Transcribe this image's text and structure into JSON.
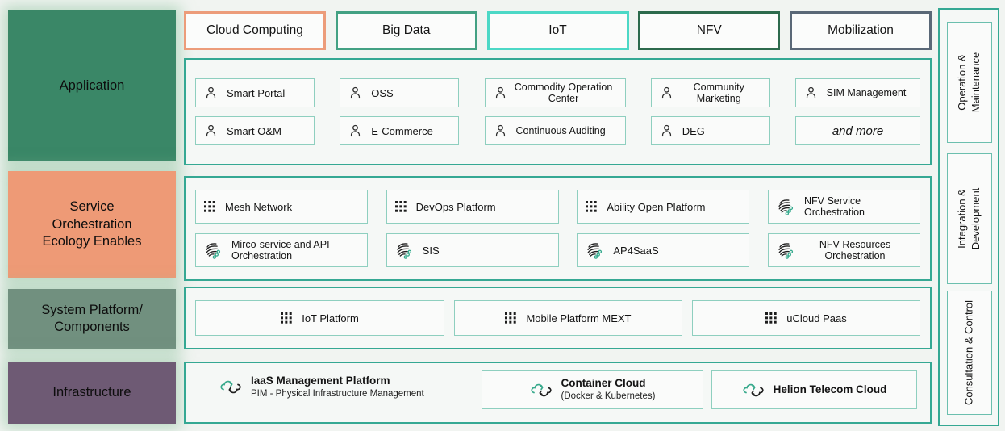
{
  "palette": {
    "section_border": "#35a893",
    "item_border": "#8ecfbf",
    "icon_green": "#36a98b",
    "glow_green": "#89c29b"
  },
  "top_chips": [
    {
      "label": "Cloud Computing",
      "border_color": "#ec9c7a"
    },
    {
      "label": "Big Data",
      "border_color": "#43a183"
    },
    {
      "label": "IoT",
      "border_color": "#4cd8c6"
    },
    {
      "label": "NFV",
      "border_color": "#2c6a4c"
    },
    {
      "label": "Mobilization",
      "border_color": "#5a6877"
    }
  ],
  "left_labels": [
    {
      "lines": [
        "Application"
      ],
      "bg": "#3a8767"
    },
    {
      "lines": [
        "Service",
        "Orchestration",
        "Ecology Enables"
      ],
      "bg": "#ee9a76"
    },
    {
      "lines": [
        "System Platform/",
        "Components"
      ],
      "bg": "#71907f"
    },
    {
      "lines": [
        "Infrastructure"
      ],
      "bg": "#6e5a74"
    }
  ],
  "application": {
    "row1": [
      {
        "icon": "user-icon",
        "label": "Smart Portal"
      },
      {
        "icon": "user-icon",
        "label": "OSS"
      },
      {
        "icon": "user-icon",
        "label": "Commodity Operation Center"
      },
      {
        "icon": "user-icon",
        "label": "Community Marketing"
      },
      {
        "icon": "user-icon",
        "label": "SIM Management"
      }
    ],
    "row2": [
      {
        "icon": "user-icon",
        "label": "Smart O&M"
      },
      {
        "icon": "user-icon",
        "label": "E-Commerce"
      },
      {
        "icon": "user-icon",
        "label": "Continuous Auditing"
      },
      {
        "icon": "user-icon",
        "label": "DEG"
      },
      {
        "icon": "none",
        "label": "and more"
      }
    ]
  },
  "service_orchestration": {
    "row1": [
      {
        "icon": "grid-icon",
        "label": "Mesh Network"
      },
      {
        "icon": "grid-icon",
        "label": "DevOps Platform"
      },
      {
        "icon": "grid-icon",
        "label": "Ability Open Platform"
      },
      {
        "icon": "orchestration-icon",
        "label": "NFV Service Orchestration"
      }
    ],
    "row2": [
      {
        "icon": "orchestration-icon",
        "label": "Mirco-service and API Orchestration"
      },
      {
        "icon": "orchestration-icon",
        "label": "SIS"
      },
      {
        "icon": "orchestration-icon",
        "label": "AP4SaaS"
      },
      {
        "icon": "orchestration-icon",
        "label": "NFV Resources Orchestration"
      }
    ]
  },
  "system_platform": {
    "items": [
      {
        "icon": "grid-icon",
        "label": "IoT Platform"
      },
      {
        "icon": "grid-icon",
        "label": "Mobile Platform MEXT"
      },
      {
        "icon": "grid-icon",
        "label": "uCloud Paas"
      }
    ]
  },
  "infrastructure": {
    "items": [
      {
        "icon": "cloud-sync-icon",
        "title": "IaaS Management Platform",
        "subtitle": "PIM - Physical Infrastructure Management"
      },
      {
        "icon": "cloud-sync-icon",
        "title": "Container Cloud",
        "subtitle": "(Docker & Kubernetes)"
      },
      {
        "icon": "cloud-sync-icon",
        "title": "Helion Telecom Cloud",
        "subtitle": ""
      }
    ]
  },
  "sidebar": [
    {
      "lines": [
        "Operation &",
        "Maintenance"
      ]
    },
    {
      "lines": [
        "Integration &",
        "Development"
      ]
    },
    {
      "lines": [
        "Consultation & Control"
      ]
    }
  ]
}
